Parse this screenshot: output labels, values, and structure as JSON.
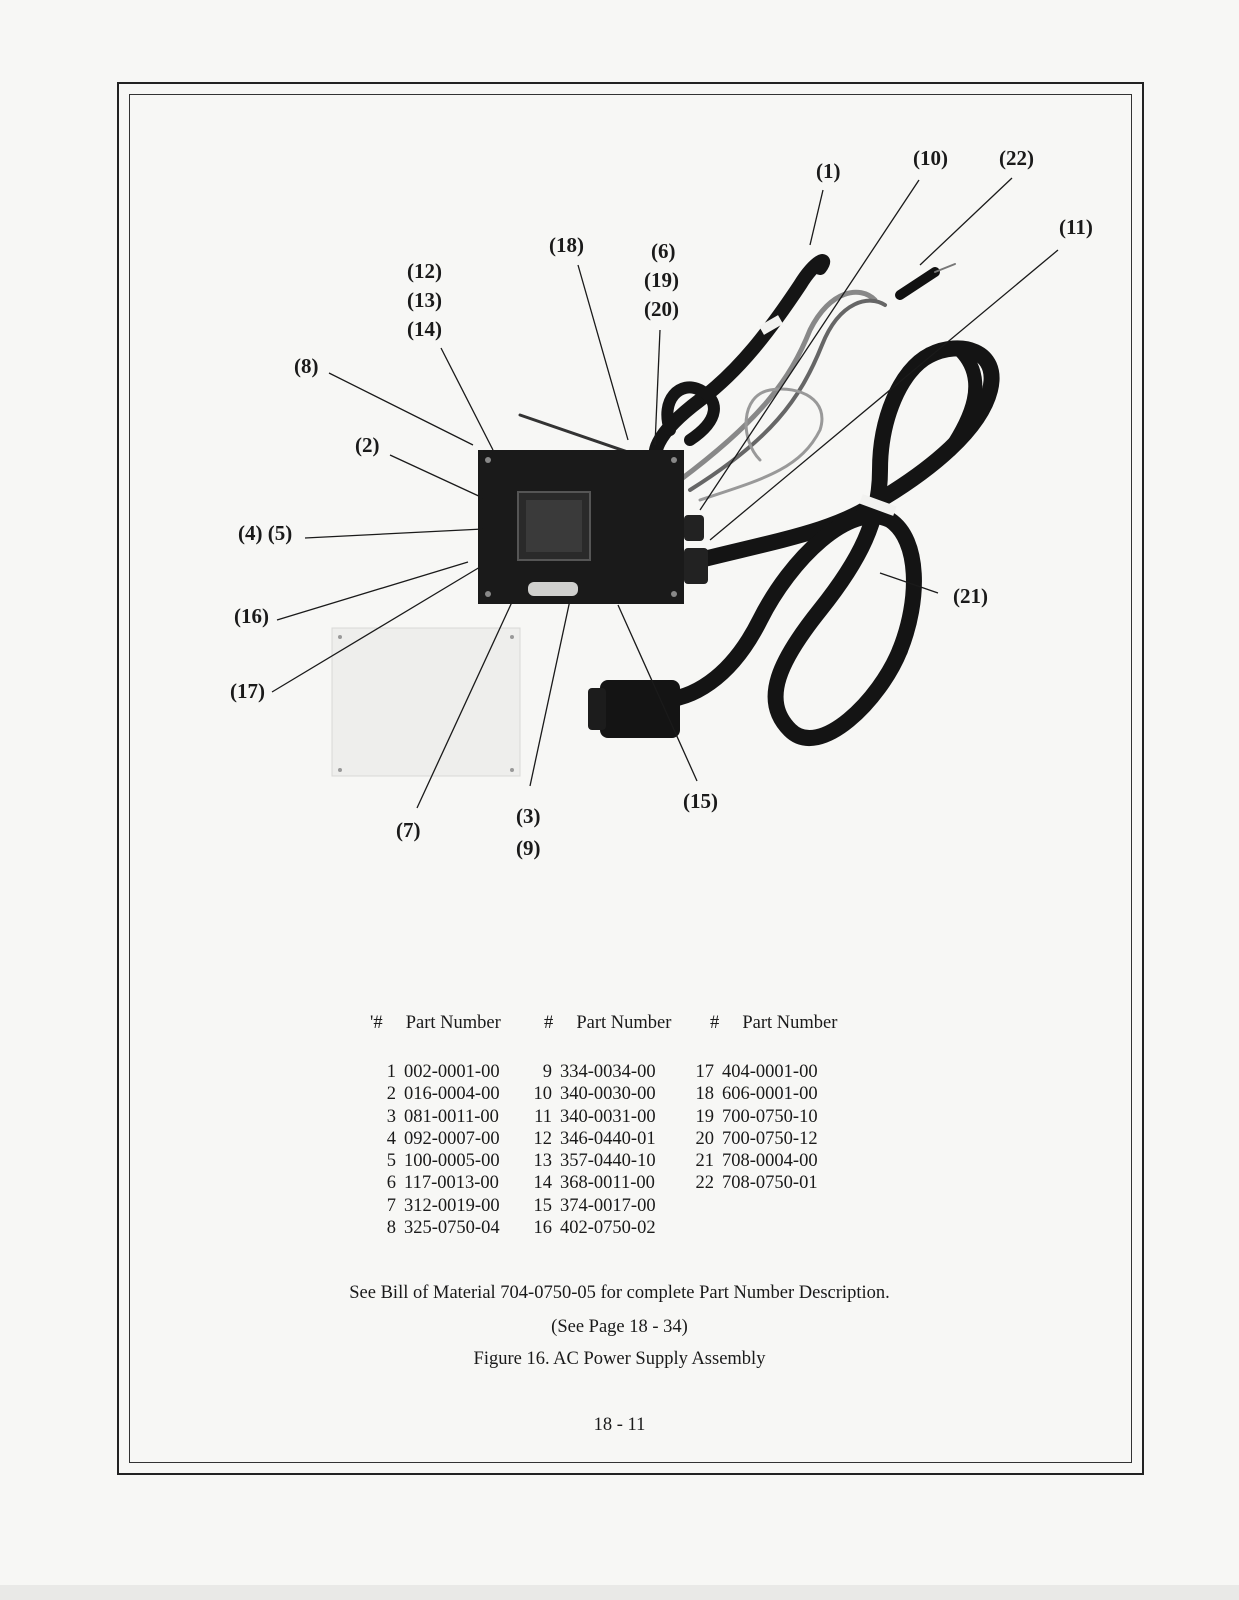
{
  "figure": {
    "callouts": [
      "(1)",
      "(10)",
      "(22)",
      "(11)",
      "(18)",
      "(6)",
      "(19)",
      "(20)",
      "(12)",
      "(13)",
      "(14)",
      "(8)",
      "(2)",
      "(4) (5)",
      "(16)",
      "(17)",
      "(21)",
      "(15)",
      "(7)",
      "(3)",
      "(9)"
    ]
  },
  "parts_table": {
    "headers": [
      {
        "num": "'#",
        "label": "Part Number"
      },
      {
        "num": "#",
        "label": "Part Number"
      },
      {
        "num": "#",
        "label": "Part Number"
      }
    ],
    "columns": [
      [
        {
          "num": "1",
          "part": "002-0001-00"
        },
        {
          "num": "2",
          "part": "016-0004-00"
        },
        {
          "num": "3",
          "part": "081-0011-00"
        },
        {
          "num": "4",
          "part": "092-0007-00"
        },
        {
          "num": "5",
          "part": "100-0005-00"
        },
        {
          "num": "6",
          "part": "117-0013-00"
        },
        {
          "num": "7",
          "part": "312-0019-00"
        },
        {
          "num": "8",
          "part": "325-0750-04"
        }
      ],
      [
        {
          "num": "9",
          "part": "334-0034-00"
        },
        {
          "num": "10",
          "part": "340-0030-00"
        },
        {
          "num": "11",
          "part": "340-0031-00"
        },
        {
          "num": "12",
          "part": "346-0440-01"
        },
        {
          "num": "13",
          "part": "357-0440-10"
        },
        {
          "num": "14",
          "part": "368-0011-00"
        },
        {
          "num": "15",
          "part": "374-0017-00"
        },
        {
          "num": "16",
          "part": "402-0750-02"
        }
      ],
      [
        {
          "num": "17",
          "part": "404-0001-00"
        },
        {
          "num": "18",
          "part": "606-0001-00"
        },
        {
          "num": "19",
          "part": "700-0750-10"
        },
        {
          "num": "20",
          "part": "700-0750-12"
        },
        {
          "num": "21",
          "part": "708-0004-00"
        },
        {
          "num": "22",
          "part": "708-0750-01"
        }
      ]
    ]
  },
  "notes": {
    "bom_note": "See Bill of Material 704-0750-05 for complete Part Number Description.",
    "see_page": "(See Page 18 - 34)",
    "caption": "Figure 16.  AC Power Supply Assembly",
    "page_number": "18 - 11"
  }
}
